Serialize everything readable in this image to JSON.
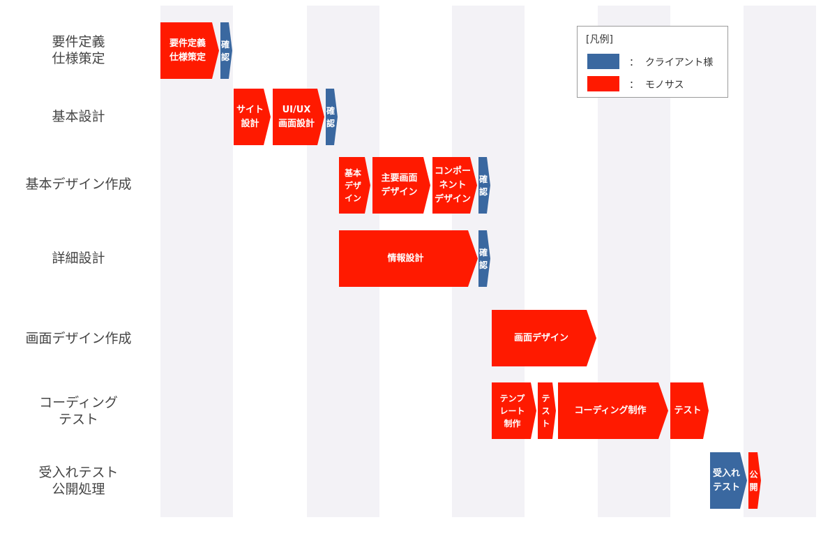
{
  "colors": {
    "client": "#3a68a0",
    "mono": "#ff1a00"
  },
  "legend": {
    "title": "[凡例]",
    "items": [
      {
        "label": "：  クライアント様",
        "color": "#3a68a0"
      },
      {
        "label": "：  モノサス",
        "color": "#ff1a00"
      }
    ]
  },
  "rows": [
    {
      "label": "要件定義\n仕様策定"
    },
    {
      "label": "基本設計"
    },
    {
      "label": "基本デザイン作成"
    },
    {
      "label": "詳細設計"
    },
    {
      "label": "画面デザイン作成"
    },
    {
      "label": "コーディング\nテスト"
    },
    {
      "label": "受入れテスト\n公開処理"
    }
  ],
  "tasks": [
    {
      "row": 0,
      "label": "要件定義\n仕様策定",
      "owner": "mono"
    },
    {
      "row": 0,
      "label": "確\n認",
      "owner": "client"
    },
    {
      "row": 1,
      "label": "サイト\n設計",
      "owner": "mono"
    },
    {
      "row": 1,
      "label": "UI/UX\n画面設計",
      "owner": "mono"
    },
    {
      "row": 1,
      "label": "確\n認",
      "owner": "client"
    },
    {
      "row": 2,
      "label": "基本\nデザ\nイン",
      "owner": "mono"
    },
    {
      "row": 2,
      "label": "主要画面\nデザイン",
      "owner": "mono"
    },
    {
      "row": 2,
      "label": "コンポー\nネント\nデザイン",
      "owner": "mono"
    },
    {
      "row": 2,
      "label": "確\n認",
      "owner": "client"
    },
    {
      "row": 3,
      "label": "情報設計",
      "owner": "mono"
    },
    {
      "row": 3,
      "label": "確\n認",
      "owner": "client"
    },
    {
      "row": 4,
      "label": "画面デザイン",
      "owner": "mono"
    },
    {
      "row": 5,
      "label": "テンプ\nレート\n制作",
      "owner": "mono"
    },
    {
      "row": 5,
      "label": "テ\nス\nト",
      "owner": "mono"
    },
    {
      "row": 5,
      "label": "コーディング制作",
      "owner": "mono"
    },
    {
      "row": 5,
      "label": "テスト",
      "owner": "mono"
    },
    {
      "row": 6,
      "label": "受入れ\nテスト",
      "owner": "client"
    },
    {
      "row": 6,
      "label": "公\n開",
      "owner": "mono"
    }
  ]
}
